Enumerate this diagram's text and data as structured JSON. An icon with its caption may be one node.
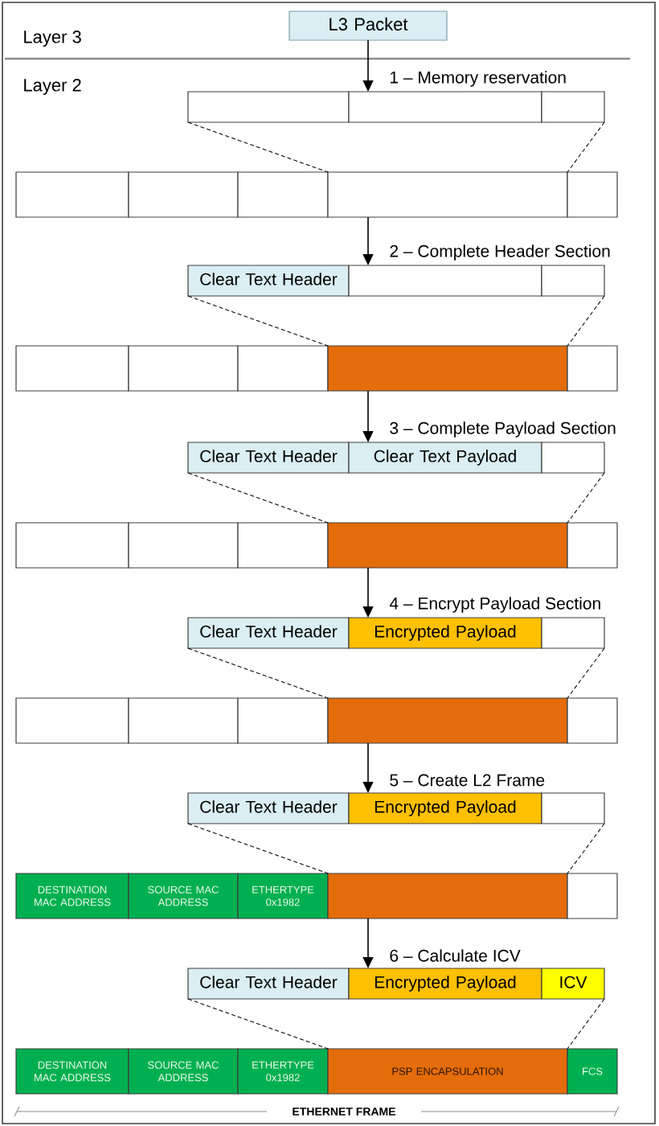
{
  "diagram": {
    "nodes": [
      {
        "text": [
          "L3 Packet"
        ]
      },
      {
        "text": [],
        "shape": "box"
      },
      {
        "text": [],
        "shape": "box"
      },
      {
        "text": [],
        "shape": "box"
      },
      {
        "text": [],
        "shape": "box"
      },
      {
        "text": [],
        "shape": "box"
      },
      {
        "text": [],
        "shape": "box"
      },
      {
        "text": [],
        "shape": "box"
      },
      {
        "text": [],
        "shape": "box"
      },
      {
        "text": [
          "Clear Text Header"
        ]
      },
      {
        "text": [],
        "shape": "box"
      },
      {
        "text": [],
        "shape": "box"
      },
      {
        "text": [],
        "shape": "box"
      },
      {
        "text": [],
        "shape": "box"
      },
      {
        "text": [],
        "shape": "box"
      },
      {
        "text": [],
        "shape": "box"
      },
      {
        "text": [],
        "shape": "box"
      },
      {
        "text": [
          "Clear Text Header"
        ]
      },
      {
        "text": [
          "Clear Text Payload"
        ]
      },
      {
        "text": [],
        "shape": "box"
      },
      {
        "text": [],
        "shape": "box"
      },
      {
        "text": [],
        "shape": "box"
      },
      {
        "text": [],
        "shape": "box"
      },
      {
        "text": [],
        "shape": "box"
      },
      {
        "text": [],
        "shape": "box"
      },
      {
        "text": [
          "Clear Text Header"
        ]
      },
      {
        "text": [
          "Encrypted Payload"
        ]
      },
      {
        "text": [],
        "shape": "box"
      },
      {
        "text": [],
        "shape": "box"
      },
      {
        "text": [],
        "shape": "box"
      },
      {
        "text": [],
        "shape": "box"
      },
      {
        "text": [],
        "shape": "box"
      },
      {
        "text": [],
        "shape": "box"
      },
      {
        "text": [
          "Clear Text Header"
        ]
      },
      {
        "text": [
          "Encrypted Payload"
        ]
      },
      {
        "text": [],
        "shape": "box"
      },
      {
        "text": [
          "DESTINATION MAC ADDRESS"
        ]
      },
      {
        "text": [
          "SOURCE MAC ADDRESS"
        ]
      },
      {
        "text": [
          "ETHERTYPE 0x1982"
        ]
      },
      {
        "text": [],
        "shape": "box"
      },
      {
        "text": [],
        "shape": "box"
      },
      {
        "text": [
          "Clear Text Header"
        ]
      },
      {
        "text": [
          "Encrypted Payload"
        ]
      },
      {
        "text": [
          "ICV"
        ]
      },
      {
        "text": [
          "DESTINATION MAC ADDRESS"
        ]
      },
      {
        "text": [
          "SOURCE MAC ADDRESS"
        ]
      },
      {
        "text": [
          "ETHERTYPE 0x1982"
        ]
      },
      {
        "text": [
          "PSP ENCAPSULATION"
        ]
      },
      {
        "text": [
          "FCS"
        ]
      }
    ],
    "edges": [
      {
        "from": 0,
        "to": 2,
        "arrow": "to",
        "label": "1 – Memory reservation"
      },
      {
        "from": 1,
        "to": 7,
        "arrow": "none",
        "style": "dashed"
      },
      {
        "from": 3,
        "to": 7,
        "arrow": "none",
        "style": "dashed"
      },
      {
        "from": 7,
        "to": 10,
        "arrow": "to",
        "label": "2 – Complete Header Section"
      },
      {
        "from": 9,
        "to": 15,
        "arrow": "none",
        "style": "dashed"
      },
      {
        "from": 11,
        "to": 15,
        "arrow": "none",
        "style": "dashed"
      },
      {
        "from": 15,
        "to": 18,
        "arrow": "to",
        "label": "3 – Complete Payload Section"
      },
      {
        "from": 17,
        "to": 23,
        "arrow": "none",
        "style": "dashed"
      },
      {
        "from": 19,
        "to": 23,
        "arrow": "none",
        "style": "dashed"
      },
      {
        "from": 23,
        "to": 26,
        "arrow": "to",
        "label": "4 – Encrypt Payload Section"
      },
      {
        "from": 25,
        "to": 31,
        "arrow": "none",
        "style": "dashed"
      },
      {
        "from": 27,
        "to": 31,
        "arrow": "none",
        "style": "dashed"
      },
      {
        "from": 31,
        "to": 34,
        "arrow": "to",
        "label": "5 – Create L2 Frame"
      },
      {
        "from": 33,
        "to": 39,
        "arrow": "none",
        "style": "dashed"
      },
      {
        "from": 35,
        "to": 39,
        "arrow": "none",
        "style": "dashed"
      },
      {
        "from": 39,
        "to": 42,
        "arrow": "to",
        "label": "6 – Calculate ICV"
      },
      {
        "from": 41,
        "to": 47,
        "arrow": "none",
        "style": "dashed"
      },
      {
        "from": 43,
        "to": 47,
        "arrow": "none",
        "style": "dashed"
      }
    ],
    "labels": [
      "Layer 3",
      "Layer 2",
      "ETHERNET FRAME"
    ]
  }
}
